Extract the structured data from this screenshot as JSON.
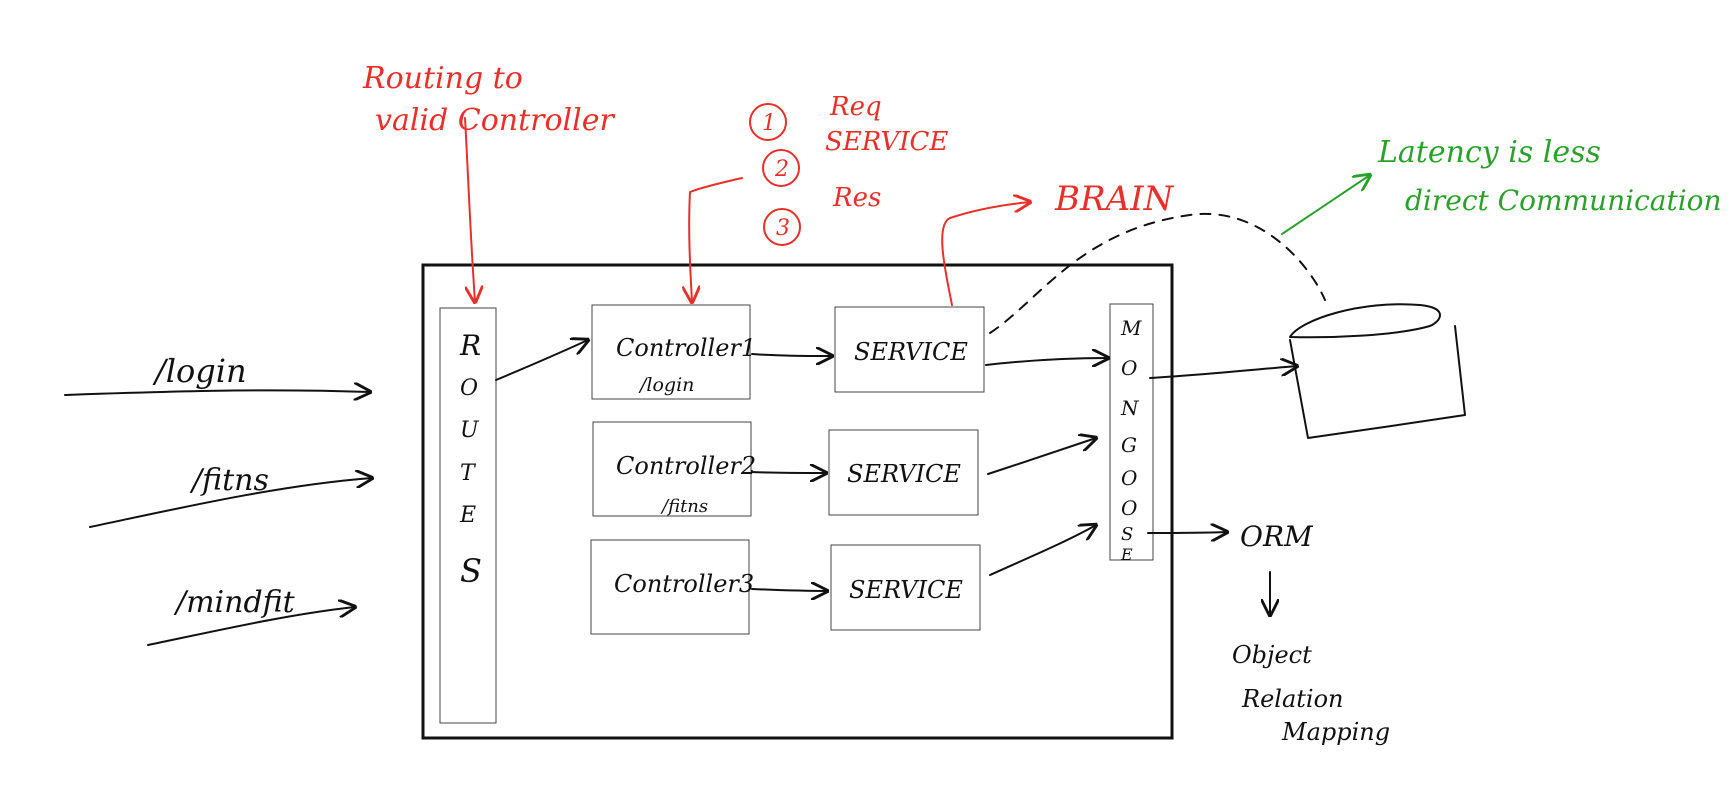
{
  "routes": [
    {
      "id": "login",
      "label": "/login"
    },
    {
      "id": "fitness",
      "label": "/fitns"
    },
    {
      "id": "mindfit",
      "label": "/mindfit"
    }
  ],
  "routes_column": {
    "letters": [
      "R",
      "O",
      "U",
      "T",
      "E",
      "S"
    ]
  },
  "controllers": [
    {
      "id": "c1",
      "label": "Controller1",
      "sublabel": "/login"
    },
    {
      "id": "c2",
      "label": "Controller2",
      "sublabel": "/fitns"
    },
    {
      "id": "c3",
      "label": "Controller3",
      "sublabel": ""
    }
  ],
  "services": [
    {
      "id": "s1",
      "label": "SERVICE"
    },
    {
      "id": "s2",
      "label": "SERVICE"
    },
    {
      "id": "s3",
      "label": "SERVICE"
    }
  ],
  "mongoose": {
    "letters": [
      "M",
      "O",
      "N",
      "G",
      "O",
      "O",
      "S",
      "E"
    ]
  },
  "orm": {
    "label": "ORM",
    "expansion": [
      "Object",
      "Relation",
      "Mapping"
    ]
  },
  "annotations": {
    "routing": [
      "Routing to",
      "valid Controller"
    ],
    "controller_steps": [
      {
        "num": "1",
        "text": "Req"
      },
      {
        "num": "2",
        "text": "SERVICE"
      },
      {
        "num": "3",
        "text": "Res"
      }
    ],
    "brain": "BRAIN",
    "latency": [
      "Latency is less",
      "direct Communication"
    ]
  },
  "colors": {
    "ink": "#111111",
    "annotation_red": "#e8302a",
    "annotation_green": "#2ca02c",
    "box_border": "#444444"
  }
}
